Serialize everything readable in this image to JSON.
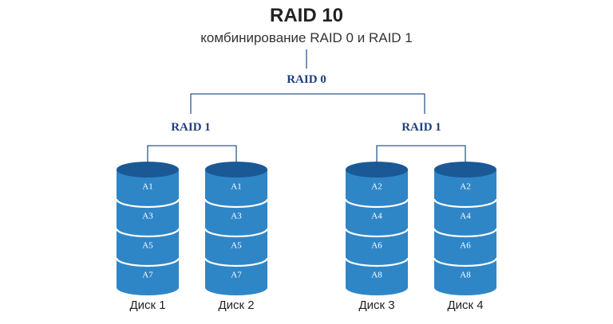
{
  "header": {
    "title": "RAID 10",
    "subtitle": "комбинирование RAID 0 и RAID 1"
  },
  "colors": {
    "disk_body": "#2f86c7",
    "disk_top": "#1a5996",
    "connector": "#2b5b8f",
    "raid_label": "#1f3f7a"
  },
  "top_node": {
    "label": "RAID 0"
  },
  "mirrors": [
    {
      "label": "RAID 1",
      "disks": [
        {
          "name": "Диск 1",
          "blocks": [
            "A1",
            "A3",
            "A5",
            "A7"
          ]
        },
        {
          "name": "Диск 2",
          "blocks": [
            "A1",
            "A3",
            "A5",
            "A7"
          ]
        }
      ]
    },
    {
      "label": "RAID 1",
      "disks": [
        {
          "name": "Диск 3",
          "blocks": [
            "A2",
            "A4",
            "A6",
            "A8"
          ]
        },
        {
          "name": "Диск 4",
          "blocks": [
            "A2",
            "A4",
            "A6",
            "A8"
          ]
        }
      ]
    }
  ]
}
